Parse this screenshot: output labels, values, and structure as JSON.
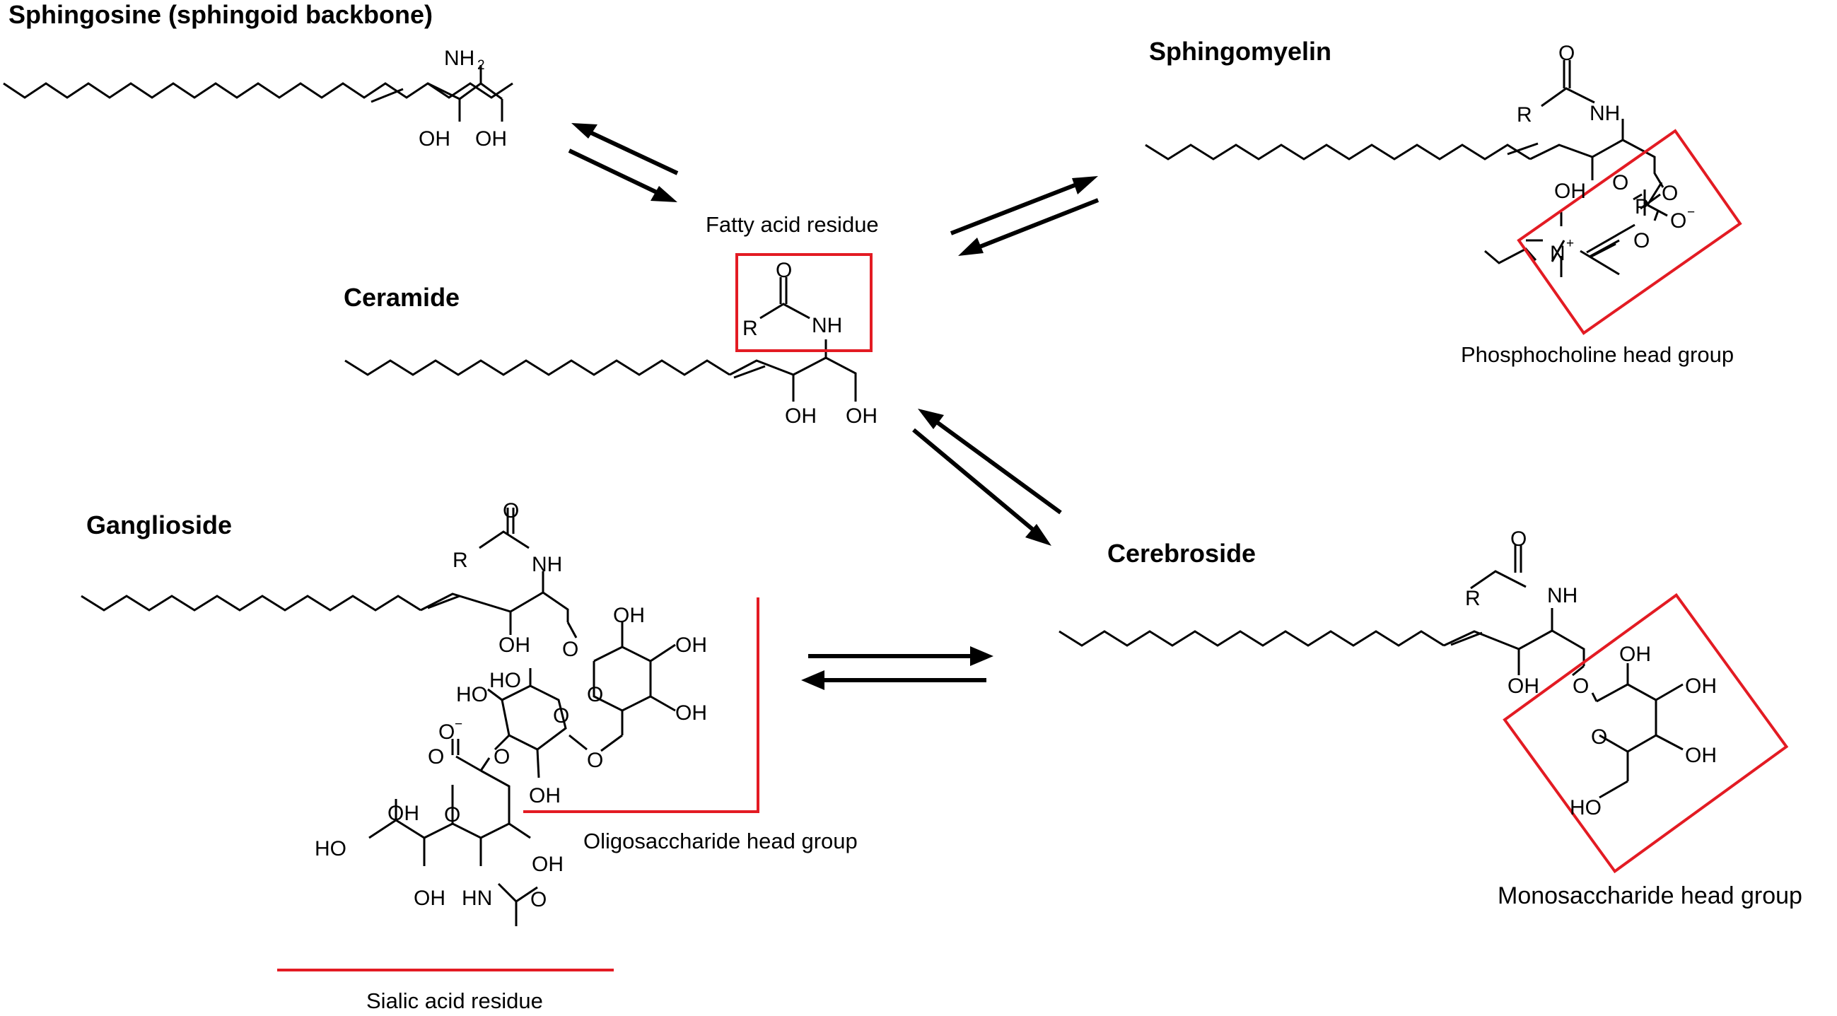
{
  "titles": {
    "sphingosine": "Sphingosine (sphingoid backbone)",
    "sphingomyelin": "Sphingomyelin",
    "ceramide": "Ceramide",
    "ganglioside": "Ganglioside",
    "cerebroside": "Cerebroside"
  },
  "captions": {
    "fatty_acid": "Fatty acid residue",
    "phosphocholine": "Phosphocholine head group",
    "oligosaccharide": "Oligosaccharide head group",
    "monosaccharide": "Monosaccharide head group",
    "sialic_acid": "Sialic acid residue"
  },
  "atoms": {
    "nh2": "NH",
    "nh2_sub": "2",
    "oh": "OH",
    "ho": "HO",
    "nh": "NH",
    "hn": "HN",
    "r": "R",
    "o": "O",
    "p": "P",
    "n": "N",
    "plus": "+",
    "minus": "−"
  },
  "colors": {
    "highlight": "#e31b23",
    "ink": "#000000"
  }
}
